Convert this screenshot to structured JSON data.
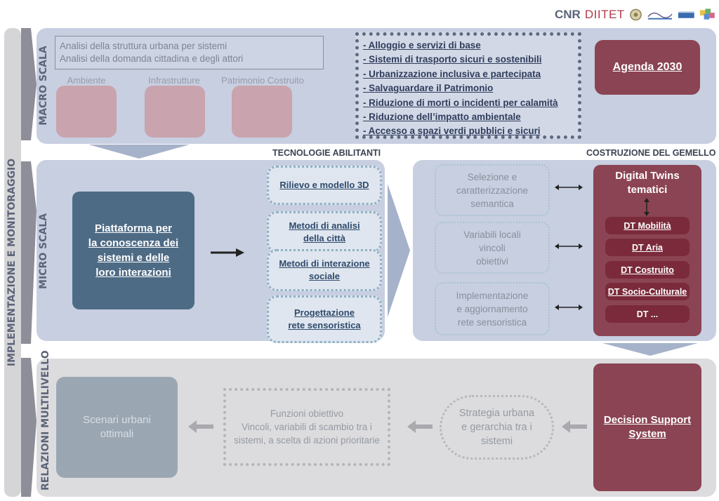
{
  "header": {
    "org": "CNR",
    "dept": "DIITET"
  },
  "side_left": {
    "label": "IMPLEMENTAZIONE E MONITORAGGIO"
  },
  "macro": {
    "label": "MACRO SCALA",
    "analysis_lines": [
      "Analisi della struttura urbana per sistemi",
      "Analisi della domanda cittadina e degli attori"
    ],
    "categories": [
      "Ambiente",
      "Infrastrutture",
      "Patrimonio Costruito"
    ],
    "goals": [
      "- Alloggio e servizi di base",
      "- Sistemi di trasporto sicuri e sostenibili",
      "- Urbanizzazione inclusiva e partecipata",
      "- Salvaguardare il Patrimonio",
      "- Riduzione di morti o incidenti per calamità",
      "- Riduzione dell’impatto ambientale",
      "- Accesso a spazi verdi pubblici e sicuri"
    ],
    "agenda": "Agenda 2030"
  },
  "headers": {
    "tech": "TECNOLOGIE ABILITANTI",
    "twin": "COSTRUZIONE DEL GEMELLO"
  },
  "micro": {
    "label": "MICRO SCALA",
    "platform": "Piattaforma per\nla conoscenza dei\nsistemi e delle\nloro interazioni",
    "tech_items": [
      "Rilievo e modello 3D",
      "Metodi di analisi\ndella città",
      "Metodi di interazione\nsociale",
      "Progettazione\nrete sensoristica"
    ],
    "twin_steps": [
      "Selezione e\ncaratterizzazione\nsemantica",
      "Variabili locali\nvincoli\nobiettivi",
      "Implementazione\ne aggiornamento\nrete sensoristica"
    ],
    "dt_title": "Digital Twins\ntematici",
    "dt_items": [
      "DT Mobilità",
      "DT Aria",
      "DT Costruito",
      "DT Socio-Culturale",
      "DT ..."
    ]
  },
  "multi": {
    "label": "RELAZIONI MULTILIVELLO",
    "scenari": "Scenari urbani\nottimali",
    "funzioni": "Funzioni obiettivo\nVincoli, variabili di scambio tra i\nsistemi, a scelta di azioni prioritarie",
    "strategia": "Strategia urbana\ne gerarchia tra i\nsistemi",
    "dss": "Decision Support\nSystem"
  },
  "colors": {
    "band_blue": "#c7cfe1",
    "band_gray": "#dcdcde",
    "dark_red": "#8b4453",
    "platform_blue": "#4e6b85"
  }
}
